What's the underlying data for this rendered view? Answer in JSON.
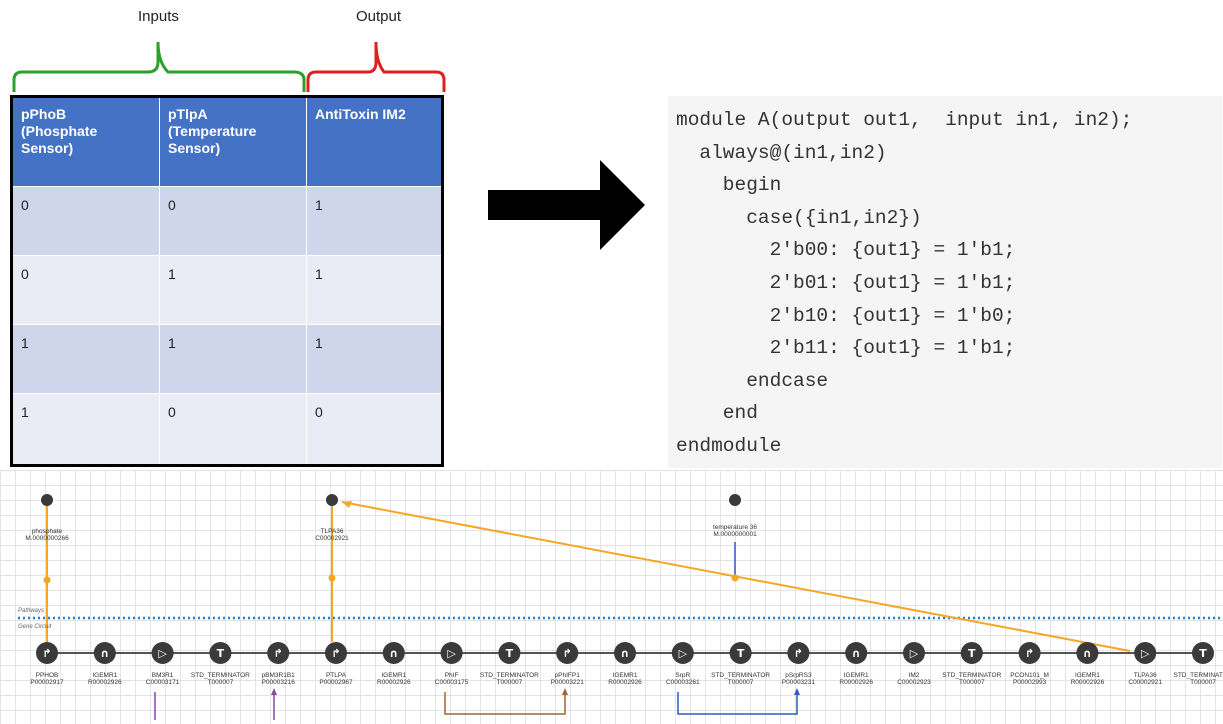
{
  "header": {
    "inputs_label": "Inputs",
    "output_label": "Output"
  },
  "truth_table": {
    "headers": [
      "pPhoB\n(Phosphate\nSensor)",
      "pTlpA\n(Temperature\nSensor)",
      "AntiToxin IM2"
    ],
    "rows": [
      [
        "0",
        "0",
        "1"
      ],
      [
        "0",
        "1",
        "1"
      ],
      [
        "1",
        "1",
        "1"
      ],
      [
        "1",
        "0",
        "0"
      ]
    ]
  },
  "colors": {
    "table_header": "#4472c4",
    "row_odd": "#cfd5ea",
    "row_even": "#e9ebf5",
    "inputs_bracket": "#2ca02c",
    "output_bracket": "#e0201c",
    "orange_link": "#f5a623",
    "blue_link": "#2f5bbf",
    "dotted_separator": "#1f7fd1",
    "node_fill": "#3a3a3a"
  },
  "code": {
    "lines": [
      "module A(output out1,  input in1, in2);",
      "  always@(in1,in2)",
      "    begin",
      "      case({in1,in2})",
      "        2'b00: {out1} = 1'b1;",
      "        2'b01: {out1} = 1'b1;",
      "        2'b10: {out1} = 1'b0;",
      "        2'b11: {out1} = 1'b1;",
      "      endcase",
      "    end",
      "endmodule"
    ]
  },
  "circuit": {
    "lane_labels": {
      "pathways": "Pathways",
      "gene_circuit": "Gene Circuit"
    },
    "molecules": [
      {
        "name": "phosphate",
        "id": "M.0000000266"
      },
      {
        "name": "TLPA36",
        "id": "C00002921"
      },
      {
        "name": "temperature 36",
        "id": "M.0000000001"
      }
    ],
    "parts": [
      {
        "name": "PPHOB",
        "id": "P00002917",
        "icon": "promoter-icon"
      },
      {
        "name": "IGEMR1",
        "id": "R00002926",
        "icon": "rbs-icon"
      },
      {
        "name": "BM3R1",
        "id": "C00003171",
        "icon": "cds-icon"
      },
      {
        "name": "STD_TERMINATOR",
        "id": "T000007",
        "icon": "terminator-icon"
      },
      {
        "name": "pBM3R1B1",
        "id": "P00003216",
        "icon": "promoter-icon"
      },
      {
        "name": "PTLPA",
        "id": "P00002967",
        "icon": "promoter-icon"
      },
      {
        "name": "IGEMR1",
        "id": "R00002926",
        "icon": "rbs-icon"
      },
      {
        "name": "PhIF",
        "id": "C00003175",
        "icon": "cds-icon"
      },
      {
        "name": "STD_TERMINATOR",
        "id": "T000007",
        "icon": "terminator-icon"
      },
      {
        "name": "pPhIFP1",
        "id": "P00003221",
        "icon": "promoter-icon"
      },
      {
        "name": "IGEMR1",
        "id": "R00002926",
        "icon": "rbs-icon"
      },
      {
        "name": "SrpR",
        "id": "C00003261",
        "icon": "cds-icon"
      },
      {
        "name": "STD_TERMINATOR",
        "id": "T000007",
        "icon": "terminator-icon"
      },
      {
        "name": "pSrpRS3",
        "id": "P00003231",
        "icon": "promoter-icon"
      },
      {
        "name": "IGEMR1",
        "id": "R00002926",
        "icon": "rbs-icon"
      },
      {
        "name": "IM2",
        "id": "C00002923",
        "icon": "cds-icon"
      },
      {
        "name": "STD_TERMINATOR",
        "id": "T000007",
        "icon": "terminator-icon"
      },
      {
        "name": "PCON101_M",
        "id": "P00002993",
        "icon": "promoter-icon"
      },
      {
        "name": "IGEMR1",
        "id": "R00002926",
        "icon": "rbs-icon"
      },
      {
        "name": "TLPA36",
        "id": "C00002921",
        "icon": "cds-icon"
      },
      {
        "name": "STD_TERMINATOR",
        "id": "T000007",
        "icon": "terminator-icon"
      }
    ]
  }
}
